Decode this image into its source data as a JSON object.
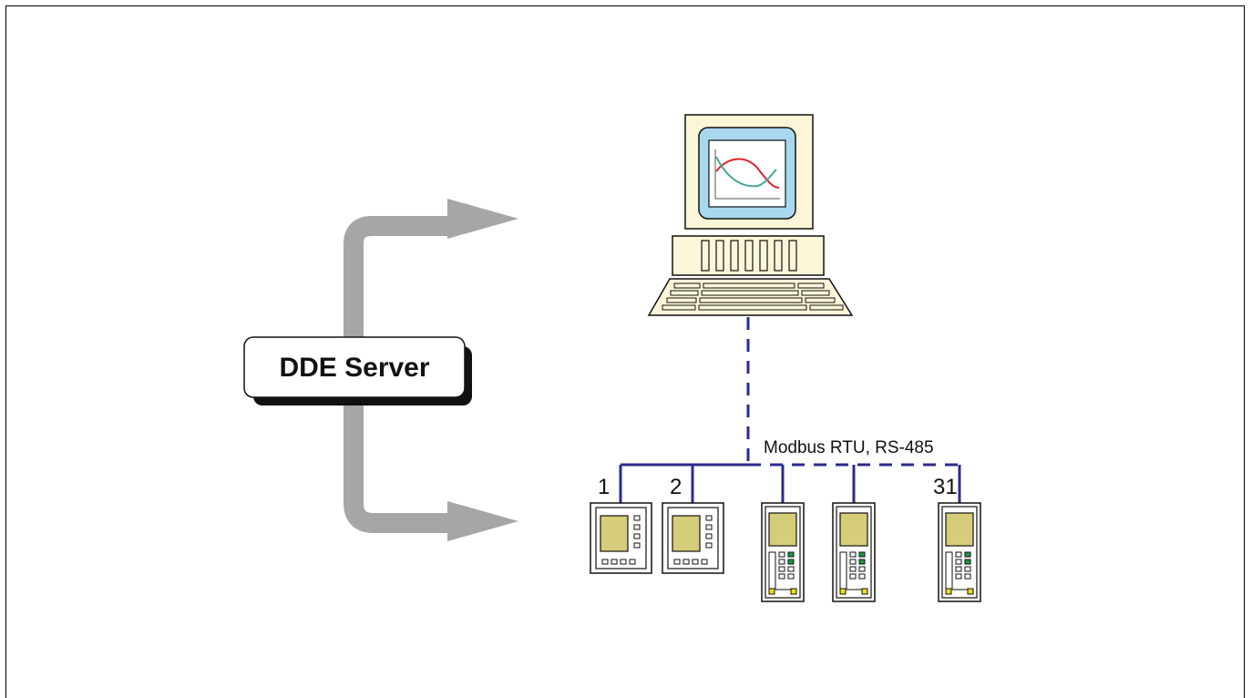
{
  "server_box": {
    "label": "DDE Server"
  },
  "bus": {
    "label": "Modbus RTU, RS-485"
  },
  "devices": [
    {
      "number": "1",
      "kind": "panel"
    },
    {
      "number": "2",
      "kind": "panel"
    },
    {
      "number": "",
      "kind": "tall"
    },
    {
      "number": "",
      "kind": "tall"
    },
    {
      "number": "31",
      "kind": "tall"
    }
  ],
  "colors": {
    "arrow": "#a6a6a6",
    "bus": "#2b2b8c",
    "screen_blue": "#a8d8f0",
    "device_display": "#d6cd7a",
    "computer_body": "#fcf6d8",
    "curve_red": "#e0202a",
    "curve_teal": "#4aa898",
    "led_green": "#1a9a4a",
    "led_yellow": "#f0dc1a"
  }
}
